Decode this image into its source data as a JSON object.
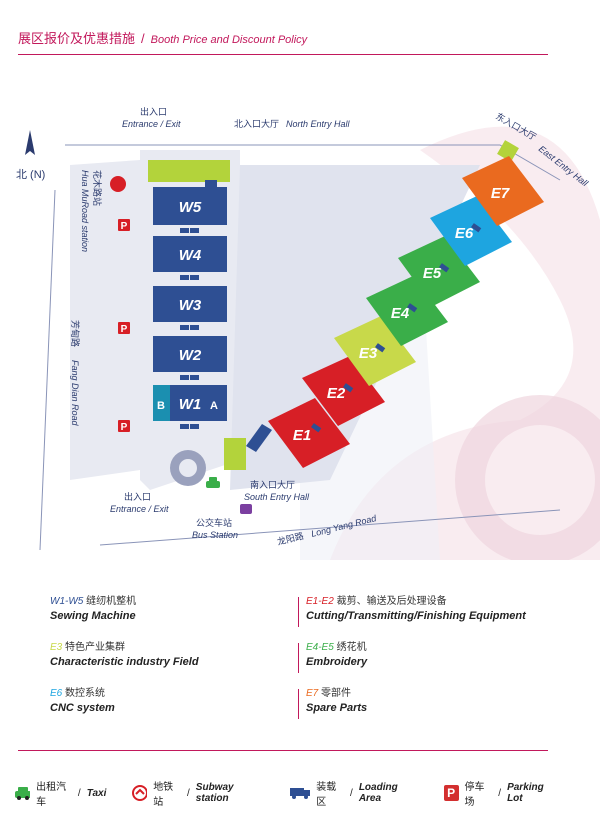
{
  "header": {
    "title_cn": "展区报价及优惠措施",
    "separator": "/",
    "title_en": "Booth Price and Discount Policy"
  },
  "map": {
    "north_label": "北 (N)",
    "entrance_top_cn": "出入口",
    "entrance_top_en": "Entrance / Exit",
    "north_hall_cn": "北入口大厅",
    "north_hall_en": "North Entry Hall",
    "east_hall_cn": "东入口大厅",
    "east_hall_en": "East Entry Hall",
    "huamu_station_cn": "花木路站",
    "huamu_station_en": "Hua MuRoad station",
    "fangdian_road_cn": "芳甸路",
    "fangdian_road_en": "Fang Dian Road",
    "entrance_bottom_cn": "出入口",
    "entrance_bottom_en": "Entrance / Exit",
    "south_hall_cn": "南入口大厅",
    "south_hall_en": "South Entry Hall",
    "bus_station_cn": "公交车站",
    "bus_station_en": "Bus Station",
    "longyang_road_cn": "龙阳路",
    "longyang_road_en": "Long Yang Road",
    "parking_letter": "P",
    "halls_west": [
      "W5",
      "W4",
      "W3",
      "W2",
      "W1"
    ],
    "w1_b": "B",
    "w1_a": "A",
    "halls_east": [
      {
        "label": "E1",
        "color": "#d71f26"
      },
      {
        "label": "E2",
        "color": "#d71f26"
      },
      {
        "label": "E3",
        "color": "#c8d94a"
      },
      {
        "label": "E4",
        "color": "#3aae49"
      },
      {
        "label": "E5",
        "color": "#3aae49"
      },
      {
        "label": "E6",
        "color": "#1ea5e0"
      },
      {
        "label": "E7",
        "color": "#ea6a1f"
      }
    ],
    "colors": {
      "west_hall": "#2e4f93",
      "road": "#e8eaf2",
      "entry_hall": "#b3d33b"
    }
  },
  "legend": [
    {
      "code": "W1-W5",
      "cn": "缝纫机整机",
      "en": "Sewing Machine",
      "code_color": "#2e4f93"
    },
    {
      "code": "E1-E2",
      "cn": "裁剪、输送及后处理设备",
      "en": "Cutting/Transmitting/Finishing Equipment",
      "code_color": "#d71f26"
    },
    {
      "code": "E3",
      "cn": "特色产业集群",
      "en": "Characteristic industry Field",
      "code_color": "#c8d94a"
    },
    {
      "code": "E4-E5",
      "cn": "绣花机",
      "en": "Embroidery",
      "code_color": "#3aae49"
    },
    {
      "code": "E6",
      "cn": "数控系统",
      "en": "CNC system",
      "code_color": "#1ea5e0"
    },
    {
      "code": "E7",
      "cn": "零部件",
      "en": "Spare Parts",
      "code_color": "#ea6a1f"
    }
  ],
  "keys": [
    {
      "cn": "出租汽车",
      "en": "Taxi"
    },
    {
      "cn": "地铁站",
      "en": "Subway station"
    },
    {
      "cn": "装载区",
      "en": "Loading Area"
    },
    {
      "cn": "停车场",
      "en": "Parking Lot"
    }
  ],
  "key_separator": "/"
}
